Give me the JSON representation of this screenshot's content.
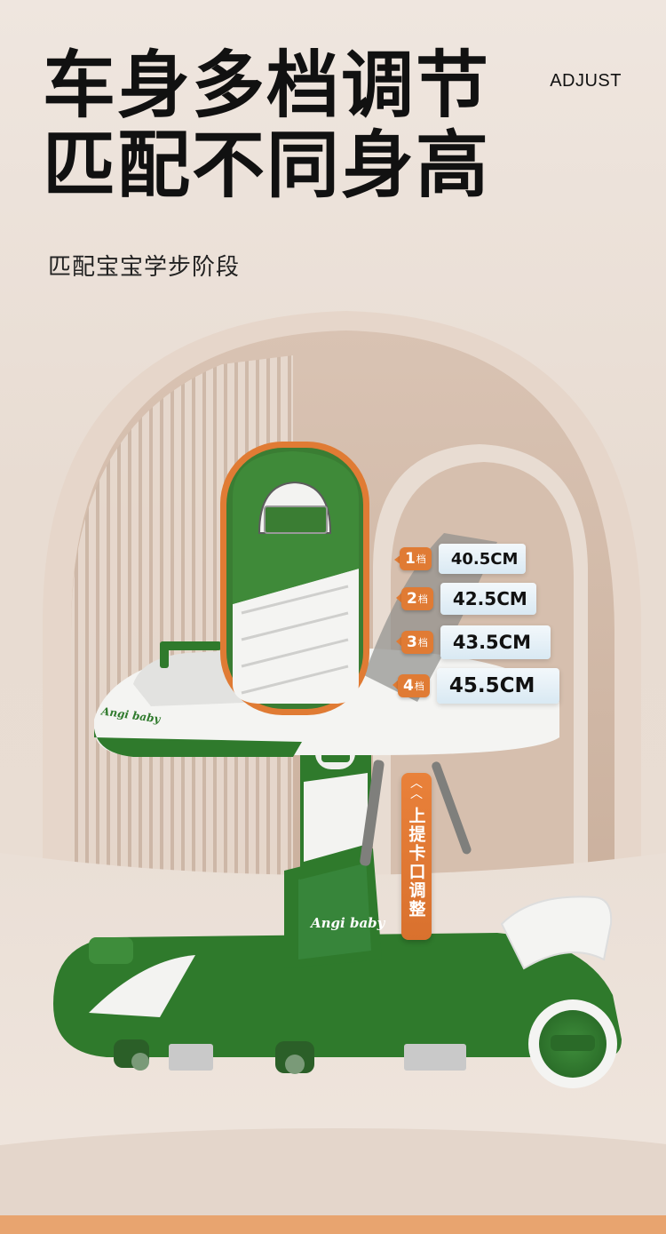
{
  "headline": {
    "line1": "车身多档调节",
    "line2": "匹配不同身高"
  },
  "tag_en": "ADJUST",
  "subtitle": "匹配宝宝学步阶段",
  "levels": [
    {
      "num": "1",
      "unit": "档",
      "height": "40.5CM"
    },
    {
      "num": "2",
      "unit": "档",
      "height": "42.5CM"
    },
    {
      "num": "3",
      "unit": "档",
      "height": "43.5CM"
    },
    {
      "num": "4",
      "unit": "档",
      "height": "45.5CM"
    }
  ],
  "lift_label": "上提卡口调整",
  "brand": "Angi baby",
  "brand_tray": "Angi baby",
  "colors": {
    "green": "#2f7a2c",
    "orange": "#e07b34",
    "white": "#f6f6f4",
    "bg": "#ebe0d6"
  }
}
